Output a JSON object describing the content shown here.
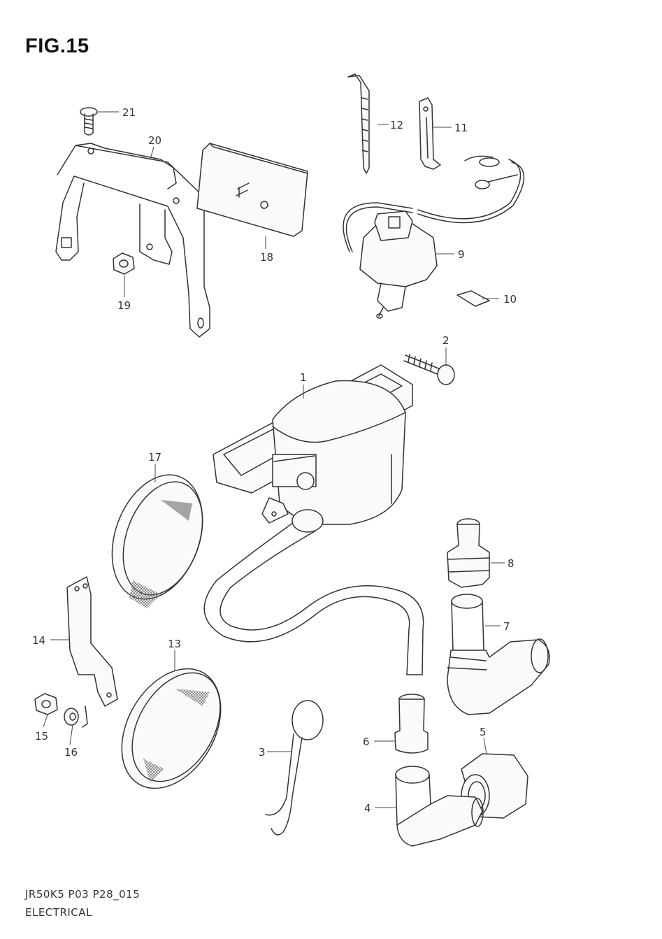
{
  "figure": {
    "title": "FIG.15"
  },
  "callouts": [
    {
      "id": "1",
      "label": "1"
    },
    {
      "id": "2",
      "label": "2"
    },
    {
      "id": "3",
      "label": "3"
    },
    {
      "id": "4",
      "label": "4"
    },
    {
      "id": "5",
      "label": "5"
    },
    {
      "id": "6",
      "label": "6"
    },
    {
      "id": "7",
      "label": "7"
    },
    {
      "id": "8",
      "label": "8"
    },
    {
      "id": "9",
      "label": "9"
    },
    {
      "id": "10",
      "label": "10"
    },
    {
      "id": "11",
      "label": "11"
    },
    {
      "id": "12",
      "label": "12"
    },
    {
      "id": "13",
      "label": "13"
    },
    {
      "id": "14",
      "label": "14"
    },
    {
      "id": "15",
      "label": "15"
    },
    {
      "id": "16",
      "label": "16"
    },
    {
      "id": "17",
      "label": "17"
    },
    {
      "id": "18",
      "label": "18"
    },
    {
      "id": "19",
      "label": "19"
    },
    {
      "id": "20",
      "label": "20"
    },
    {
      "id": "21",
      "label": "21"
    }
  ],
  "footer": {
    "model_code": "JR50K5 P03 P28_015",
    "section": "ELECTRICAL"
  }
}
